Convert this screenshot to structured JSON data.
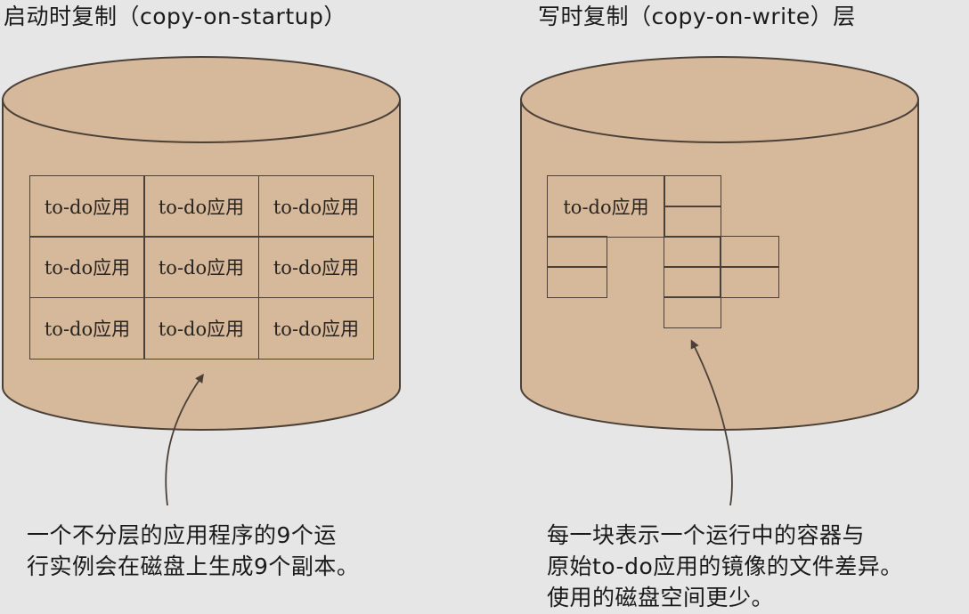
{
  "left": {
    "title": "启动时复制（copy-on-startup）",
    "cell_label": "to-do应用",
    "caption_lines": [
      "一个不分层的应用程序的9个运",
      "行实例会在磁盘上生成9个副本。"
    ]
  },
  "right": {
    "title": "写时复制（copy-on-write）层",
    "cell_label": "to-do应用",
    "caption_lines": [
      "每一块表示一个运行中的容器与",
      "原始to-do应用的镜像的文件差异。",
      "使用的磁盘空间更少。"
    ]
  },
  "colors": {
    "background": "#e6e6e6",
    "cylinder_fill": "#d6b89a",
    "outline": "#4a4038"
  }
}
